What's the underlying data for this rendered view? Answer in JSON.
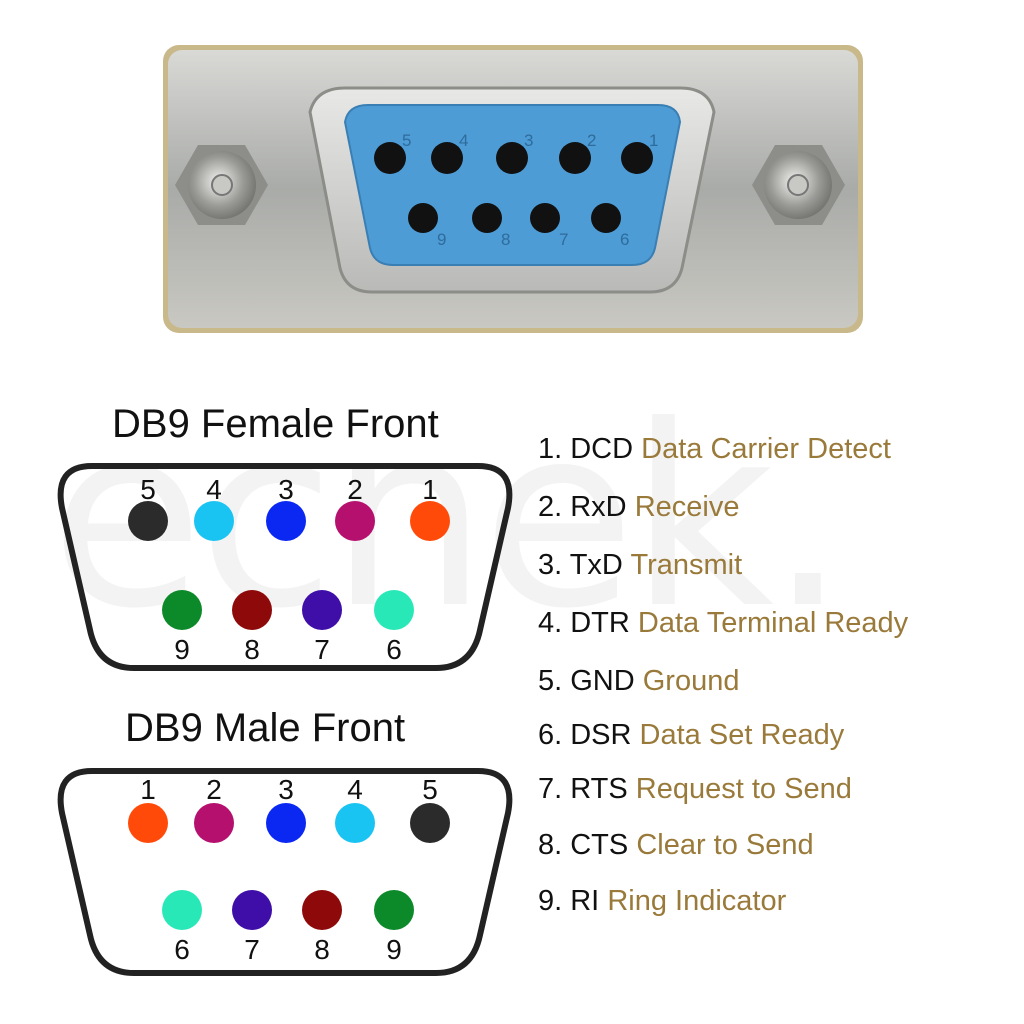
{
  "photo": {
    "pin_numbers_top": [
      "5",
      "4",
      "3",
      "2",
      "1"
    ],
    "pin_numbers_bottom": [
      "9",
      "8",
      "7",
      "6"
    ]
  },
  "watermark": "ecnek.",
  "female": {
    "title": "DB9 Female Front",
    "top_row": [
      {
        "num": "5",
        "color": "#2b2b2b"
      },
      {
        "num": "4",
        "color": "#19c4f2"
      },
      {
        "num": "3",
        "color": "#0a28f2"
      },
      {
        "num": "2",
        "color": "#b5106e"
      },
      {
        "num": "1",
        "color": "#ff4a0a"
      }
    ],
    "bottom_row": [
      {
        "num": "9",
        "color": "#0c8a2a"
      },
      {
        "num": "8",
        "color": "#8e0a0a"
      },
      {
        "num": "7",
        "color": "#3f0ea8"
      },
      {
        "num": "6",
        "color": "#29e8b8"
      }
    ]
  },
  "male": {
    "title": "DB9 Male Front",
    "top_row": [
      {
        "num": "1",
        "color": "#ff4a0a"
      },
      {
        "num": "2",
        "color": "#b5106e"
      },
      {
        "num": "3",
        "color": "#0a28f2"
      },
      {
        "num": "4",
        "color": "#19c4f2"
      },
      {
        "num": "5",
        "color": "#2b2b2b"
      }
    ],
    "bottom_row": [
      {
        "num": "6",
        "color": "#29e8b8"
      },
      {
        "num": "7",
        "color": "#3f0ea8"
      },
      {
        "num": "8",
        "color": "#8e0a0a"
      },
      {
        "num": "9",
        "color": "#0c8a2a"
      }
    ]
  },
  "pins": [
    {
      "code": "1. DCD",
      "desc": "Data Carrier Detect"
    },
    {
      "code": "2. RxD",
      "desc": "Receive"
    },
    {
      "code": "3. TxD",
      "desc": "Transmit"
    },
    {
      "code": "4. DTR",
      "desc": "Data Terminal Ready"
    },
    {
      "code": "5. GND",
      "desc": "Ground"
    },
    {
      "code": "6. DSR",
      "desc": "Data Set Ready"
    },
    {
      "code": "7. RTS",
      "desc": "Request to Send"
    },
    {
      "code": "8. CTS",
      "desc": "Clear to Send"
    },
    {
      "code": "9. RI",
      "desc": "Ring Indicator"
    }
  ]
}
